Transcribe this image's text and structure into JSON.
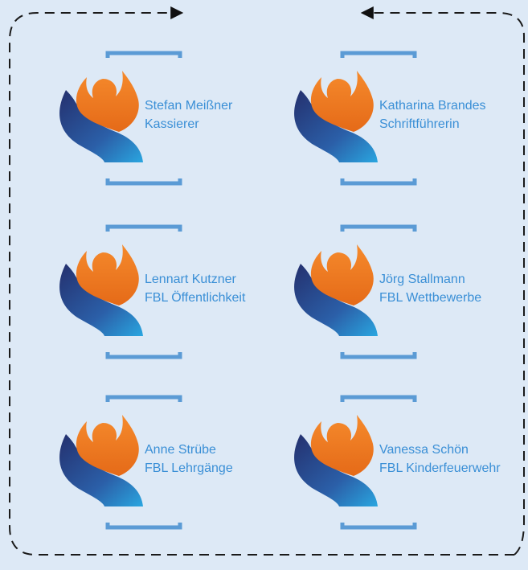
{
  "colors": {
    "background": "#dde9f6",
    "text": "#3a8fd6",
    "bracket": "#5b9bd5",
    "flame_orange": "#f07a22",
    "flame_dark_blue": "#24306e",
    "flame_light_blue": "#2aa6e0",
    "border": "#1a1a1a"
  },
  "members": [
    {
      "name": "Stefan Meißner",
      "role": "Kassierer",
      "icon": "flame-logo-icon"
    },
    {
      "name": "Katharina Brandes",
      "role": "Schriftführerin",
      "icon": "flame-logo-icon"
    },
    {
      "name": "Lennart Kutzner",
      "role": "FBL Öffentlichkeit",
      "icon": "flame-logo-icon"
    },
    {
      "name": "Jörg Stallmann",
      "role": "FBL Wettbewerbe",
      "icon": "flame-logo-icon"
    },
    {
      "name": "Anne Strübe",
      "role": "FBL Lehrgänge",
      "icon": "flame-logo-icon"
    },
    {
      "name": "Vanessa Schön",
      "role": "FBL Kinderfeuerwehr",
      "icon": "flame-logo-icon"
    }
  ]
}
